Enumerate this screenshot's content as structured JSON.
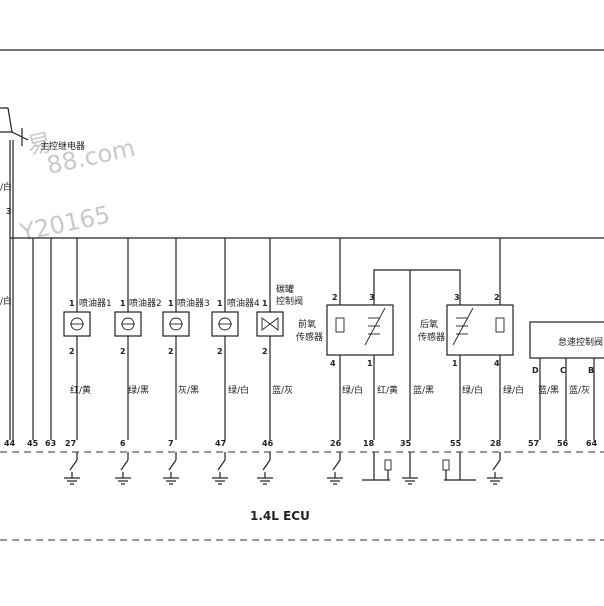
{
  "watermark": {
    "line1": "88.com",
    "line2": "Y20165",
    "line3": "易"
  },
  "relay": {
    "label": "主控继电器",
    "wire_top": "/白",
    "wire_side": "/白"
  },
  "ecu_label": "1.4L ECU",
  "left_pins": [
    "44",
    "45",
    "63"
  ],
  "injectors": [
    {
      "label": "喷油器1",
      "pin_top": "1",
      "pin_bottom": "2",
      "wire": "红/黄",
      "ecu_pin": "27"
    },
    {
      "label": "喷油器2",
      "pin_top": "1",
      "pin_bottom": "2",
      "wire": "绿/黑",
      "ecu_pin": "6"
    },
    {
      "label": "喷油器3",
      "pin_top": "1",
      "pin_bottom": "2",
      "wire": "灰/黑",
      "ecu_pin": "7"
    },
    {
      "label": "喷油器4",
      "pin_top": "1",
      "pin_bottom": "2",
      "wire": "绿/白",
      "ecu_pin": "47"
    }
  ],
  "canister": {
    "label_l1": "碳罐",
    "label_l2": "控制阀",
    "pin_top": "1",
    "pin_bottom": "2",
    "wire": "蓝/灰",
    "ecu_pin": "46"
  },
  "front_o2": {
    "label_l1": "前氧",
    "label_l2": "传感器",
    "pins_top": [
      "2",
      "3"
    ],
    "pins_bottom": [
      "4",
      "1"
    ],
    "wires": [
      "绿/白",
      "红/黄",
      "蓝/黑"
    ],
    "ecu_pins": [
      "26",
      "18",
      "35"
    ]
  },
  "rear_o2": {
    "label_l1": "后氧",
    "label_l2": "传感器",
    "pins_top": [
      "3",
      "2"
    ],
    "pins_bottom": [
      "1",
      "4"
    ],
    "wires": [
      "绿/白",
      "绿/白"
    ],
    "ecu_pins": [
      "55",
      "28"
    ]
  },
  "idle_ctrl": {
    "label": "怠速控制阀",
    "pins": [
      "D",
      "C",
      "B"
    ],
    "wires": [
      "蓝/黑",
      "蓝/灰"
    ],
    "ecu_pins": [
      "57",
      "56",
      "64"
    ]
  }
}
